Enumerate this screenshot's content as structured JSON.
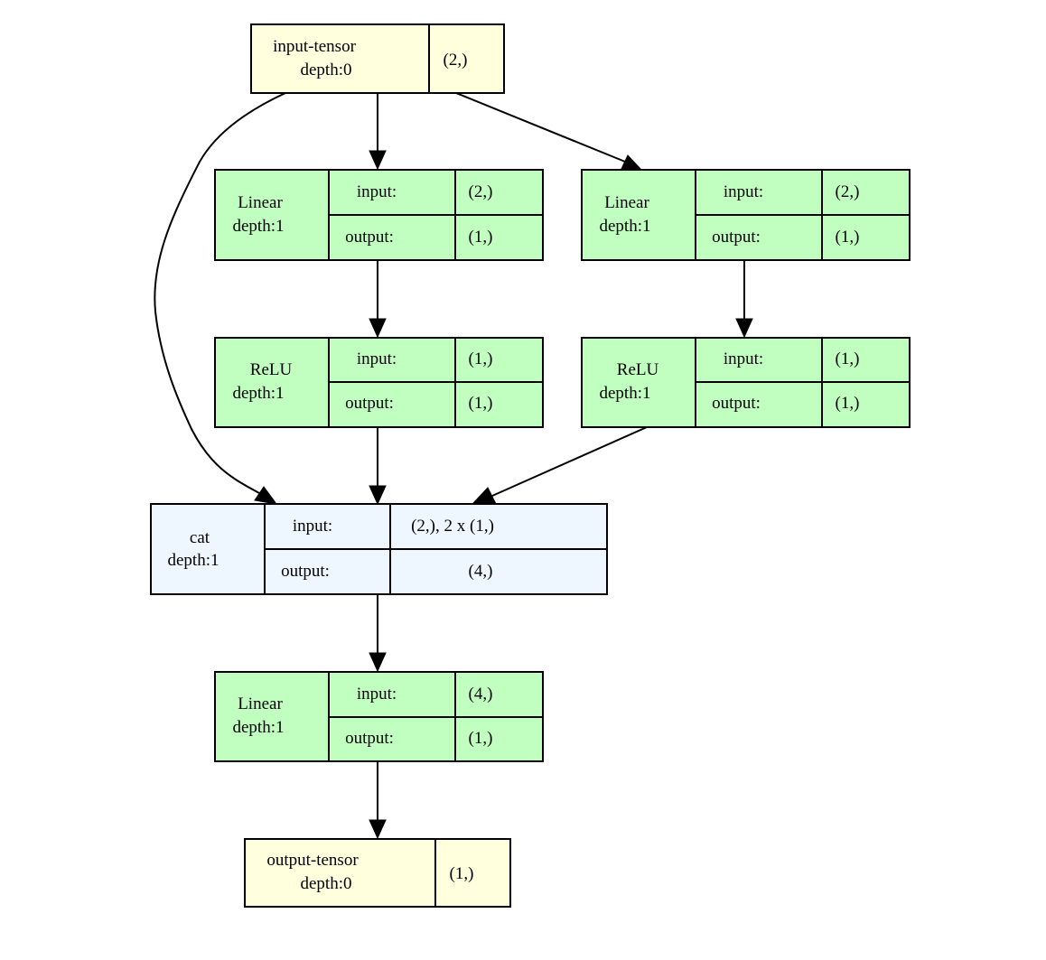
{
  "colors": {
    "tensor": "#ffffdd",
    "module": "#c1ffc1",
    "function": "#eef6ff",
    "stroke": "#000000"
  },
  "nodes": {
    "input_tensor": {
      "name": "input-tensor",
      "depth": "depth:0",
      "shape": "(2,)"
    },
    "linear_1": {
      "name": "Linear",
      "depth": "depth:1",
      "input_label": "input:",
      "input_value": "(2,)",
      "output_label": "output:",
      "output_value": "(1,)"
    },
    "linear_2": {
      "name": "Linear",
      "depth": "depth:1",
      "input_label": "input:",
      "input_value": "(2,)",
      "output_label": "output:",
      "output_value": "(1,)"
    },
    "relu_1": {
      "name": "ReLU",
      "depth": "depth:1",
      "input_label": "input:",
      "input_value": "(1,)",
      "output_label": "output:",
      "output_value": "(1,)"
    },
    "relu_2": {
      "name": "ReLU",
      "depth": "depth:1",
      "input_label": "input:",
      "input_value": "(1,)",
      "output_label": "output:",
      "output_value": "(1,)"
    },
    "cat": {
      "name": "cat",
      "depth": "depth:1",
      "input_label": "input:",
      "input_value": "(2,), 2 x (1,)",
      "output_label": "output:",
      "output_value": "(4,)"
    },
    "linear_3": {
      "name": "Linear",
      "depth": "depth:1",
      "input_label": "input:",
      "input_value": "(4,)",
      "output_label": "output:",
      "output_value": "(1,)"
    },
    "output_tensor": {
      "name": "output-tensor",
      "depth": "depth:0",
      "shape": "(1,)"
    }
  }
}
